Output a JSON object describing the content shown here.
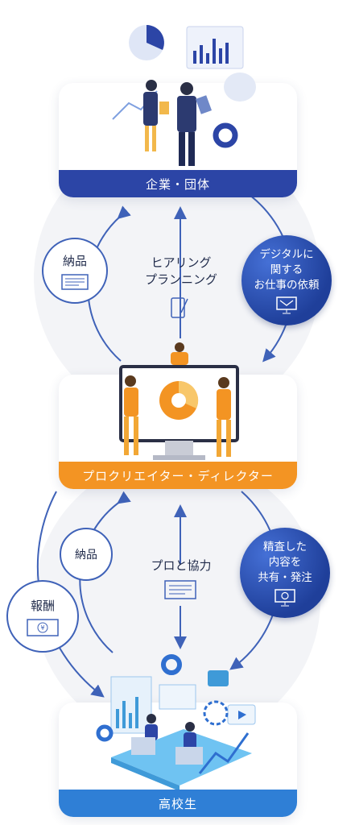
{
  "top_panel": {
    "title": "企業・団体",
    "band_color": "#2c45a6"
  },
  "middle_panel": {
    "title": "プロクリエイター・ディレクター",
    "band_color": "#f39423"
  },
  "bottom_panel": {
    "title": "高校生",
    "band_color": "#2f7fd6"
  },
  "upper_loop": {
    "delivery_label": "納品",
    "center_lines": [
      "ヒアリング",
      "プランニング"
    ],
    "request_lines": [
      "デジタルに",
      "関する",
      "お仕事の依頼"
    ]
  },
  "lower_loop": {
    "delivery_label": "納品",
    "center_label": "プロと協力",
    "reward_label": "報酬",
    "request_lines": [
      "精査した",
      "内容を",
      "共有・発注"
    ]
  },
  "icons": {
    "document": "document-icon",
    "tablet": "tablet-pen-icon",
    "mail_monitor": "mail-monitor-icon",
    "yen_bill": "yen-bill-icon",
    "chat_monitor": "chat-monitor-icon"
  },
  "colors": {
    "navy": "#1f3f9a",
    "orange": "#f39423",
    "line": "#3f62b8"
  }
}
